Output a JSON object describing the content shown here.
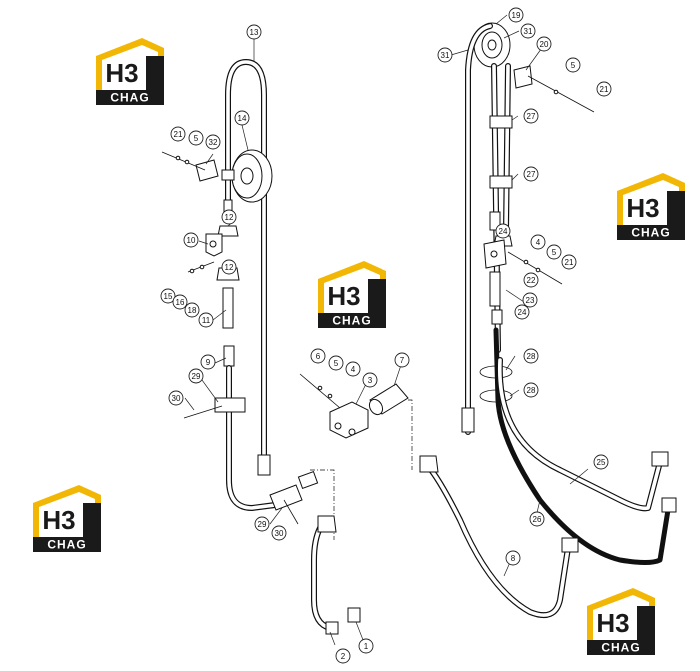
{
  "logo": {
    "mark": "H3",
    "word": "CHAG",
    "colors": {
      "yellow": "#f2b705",
      "black": "#1a1a1a",
      "white": "#ffffff"
    }
  },
  "callouts": [
    {
      "id": "c13",
      "label": "13"
    },
    {
      "id": "c14",
      "label": "14"
    },
    {
      "id": "c21a",
      "label": "21"
    },
    {
      "id": "c5a",
      "label": "5"
    },
    {
      "id": "c32",
      "label": "32"
    },
    {
      "id": "c12a",
      "label": "12"
    },
    {
      "id": "c10",
      "label": "10"
    },
    {
      "id": "c12b",
      "label": "12"
    },
    {
      "id": "c15",
      "label": "15"
    },
    {
      "id": "c16",
      "label": "16"
    },
    {
      "id": "c18",
      "label": "18"
    },
    {
      "id": "c11",
      "label": "11"
    },
    {
      "id": "c9",
      "label": "9"
    },
    {
      "id": "c29a",
      "label": "29"
    },
    {
      "id": "c30a",
      "label": "30"
    },
    {
      "id": "c29b",
      "label": "29"
    },
    {
      "id": "c30b",
      "label": "30"
    },
    {
      "id": "c6",
      "label": "6"
    },
    {
      "id": "c5b",
      "label": "5"
    },
    {
      "id": "c4a",
      "label": "4"
    },
    {
      "id": "c3",
      "label": "3"
    },
    {
      "id": "c7",
      "label": "7"
    },
    {
      "id": "c2",
      "label": "2"
    },
    {
      "id": "c1",
      "label": "1"
    },
    {
      "id": "c19",
      "label": "19"
    },
    {
      "id": "c31a",
      "label": "31"
    },
    {
      "id": "c31b",
      "label": "31"
    },
    {
      "id": "c20",
      "label": "20"
    },
    {
      "id": "c5c",
      "label": "5"
    },
    {
      "id": "c21b",
      "label": "21"
    },
    {
      "id": "c27a",
      "label": "27"
    },
    {
      "id": "c27b",
      "label": "27"
    },
    {
      "id": "c24a",
      "label": "24"
    },
    {
      "id": "c4b",
      "label": "4"
    },
    {
      "id": "c5d",
      "label": "5"
    },
    {
      "id": "c21c",
      "label": "21"
    },
    {
      "id": "c22",
      "label": "22"
    },
    {
      "id": "c23",
      "label": "23"
    },
    {
      "id": "c24b",
      "label": "24"
    },
    {
      "id": "c28a",
      "label": "28"
    },
    {
      "id": "c28b",
      "label": "28"
    },
    {
      "id": "c25",
      "label": "25"
    },
    {
      "id": "c26",
      "label": "26"
    },
    {
      "id": "c8",
      "label": "8"
    }
  ]
}
